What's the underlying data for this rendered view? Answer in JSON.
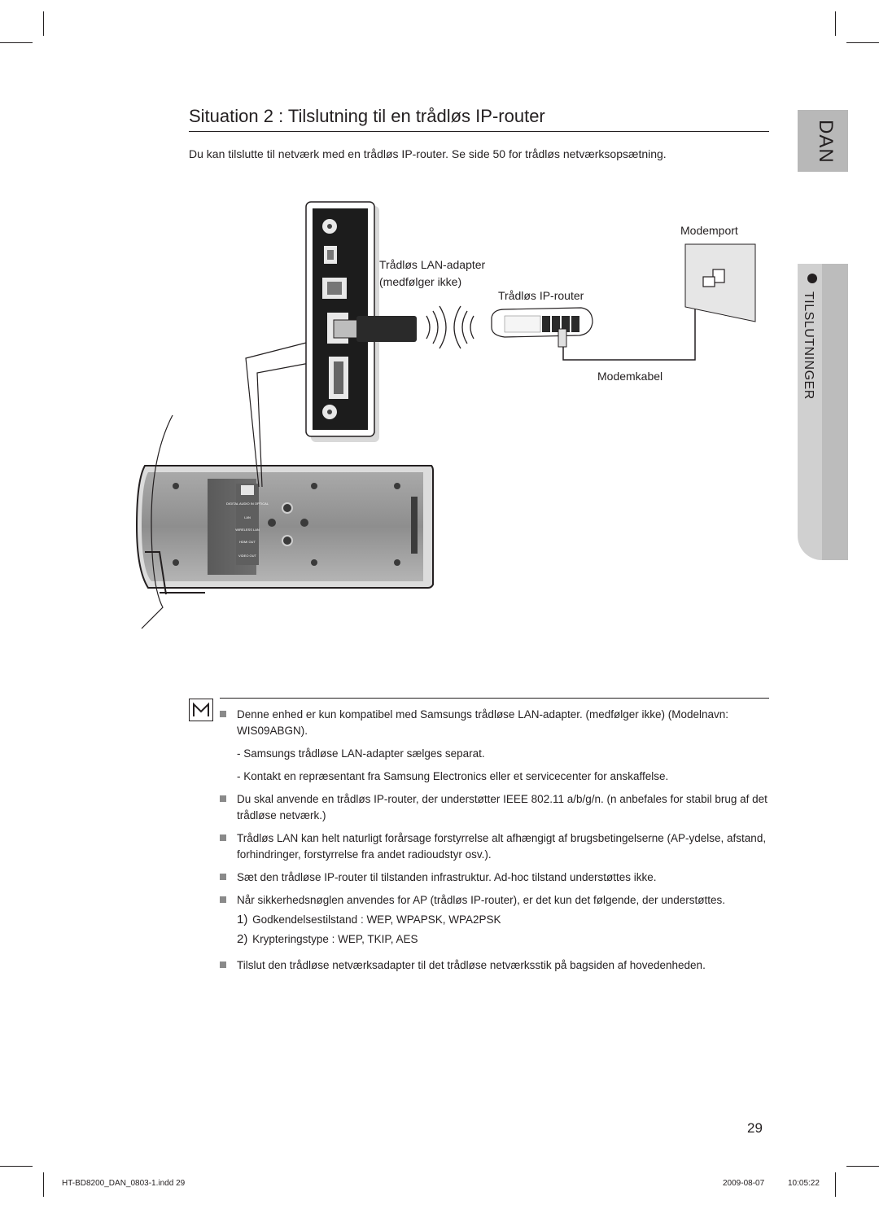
{
  "page": {
    "title": "Situation 2 : Tilslutning til en trådløs IP-router",
    "intro": "Du kan tilslutte til netværk med en trådløs IP-router. Se side 50 for trådløs netværksopsætning.",
    "page_number": "29"
  },
  "side_tabs": {
    "language": "DAN",
    "section": "TILSLUTNINGER"
  },
  "diagram": {
    "labels": {
      "modemport": "Modemport",
      "adapter_line1": "Trådløs LAN-adapter",
      "adapter_line2": "(medfølger ikke)",
      "router": "Trådløs IP-router",
      "cable": "Modemkabel"
    },
    "device_port_labels": {
      "digital": "DIGITAL AUDIO IN OPTICAL",
      "lan": "LAN",
      "wireless": "WIRELESS LAN",
      "hdmi": "HDMI OUT",
      "video": "VIDEO OUT"
    }
  },
  "notes": {
    "note1": "Denne enhed er kun kompatibel med Samsungs trådløse LAN-adapter. (medfølger ikke) (Modelnavn: WIS09ABGN).",
    "sub1": "- Samsungs trådløse LAN-adapter sælges separat.",
    "sub2": "- Kontakt en repræsentant fra Samsung Electronics eller et servicecenter for anskaffelse.",
    "note2": "Du skal anvende en trådløs IP-router, der understøtter IEEE 802.11 a/b/g/n. (n anbefales for stabil brug af det trådløse netværk.)",
    "note3": "Trådløs LAN kan helt naturligt forårsage forstyrrelse alt afhængigt af brugsbetingelserne (AP-ydelse, afstand, forhindringer, forstyrrelse fra andet radioudstyr osv.).",
    "note4": "Sæt den trådløse IP-router til tilstanden infrastruktur. Ad-hoc tilstand understøttes ikke.",
    "note5": "Når sikkerhedsnøglen anvendes for AP (trådløs IP-router), er det kun det følgende, der understøttes.",
    "num1_index": "1)",
    "num1": "Godkendelsestilstand : WEP, WPAPSK, WPA2PSK",
    "num2_index": "2)",
    "num2": "Krypteringstype : WEP, TKIP, AES",
    "note6": "Tilslut den trådløse netværksadapter til det trådløse netværksstik på bagsiden af hovedenheden."
  },
  "footer": {
    "file": "HT-BD8200_DAN_0803-1.indd   29",
    "date": "2009-08-07",
    "time": "10:05:22"
  }
}
